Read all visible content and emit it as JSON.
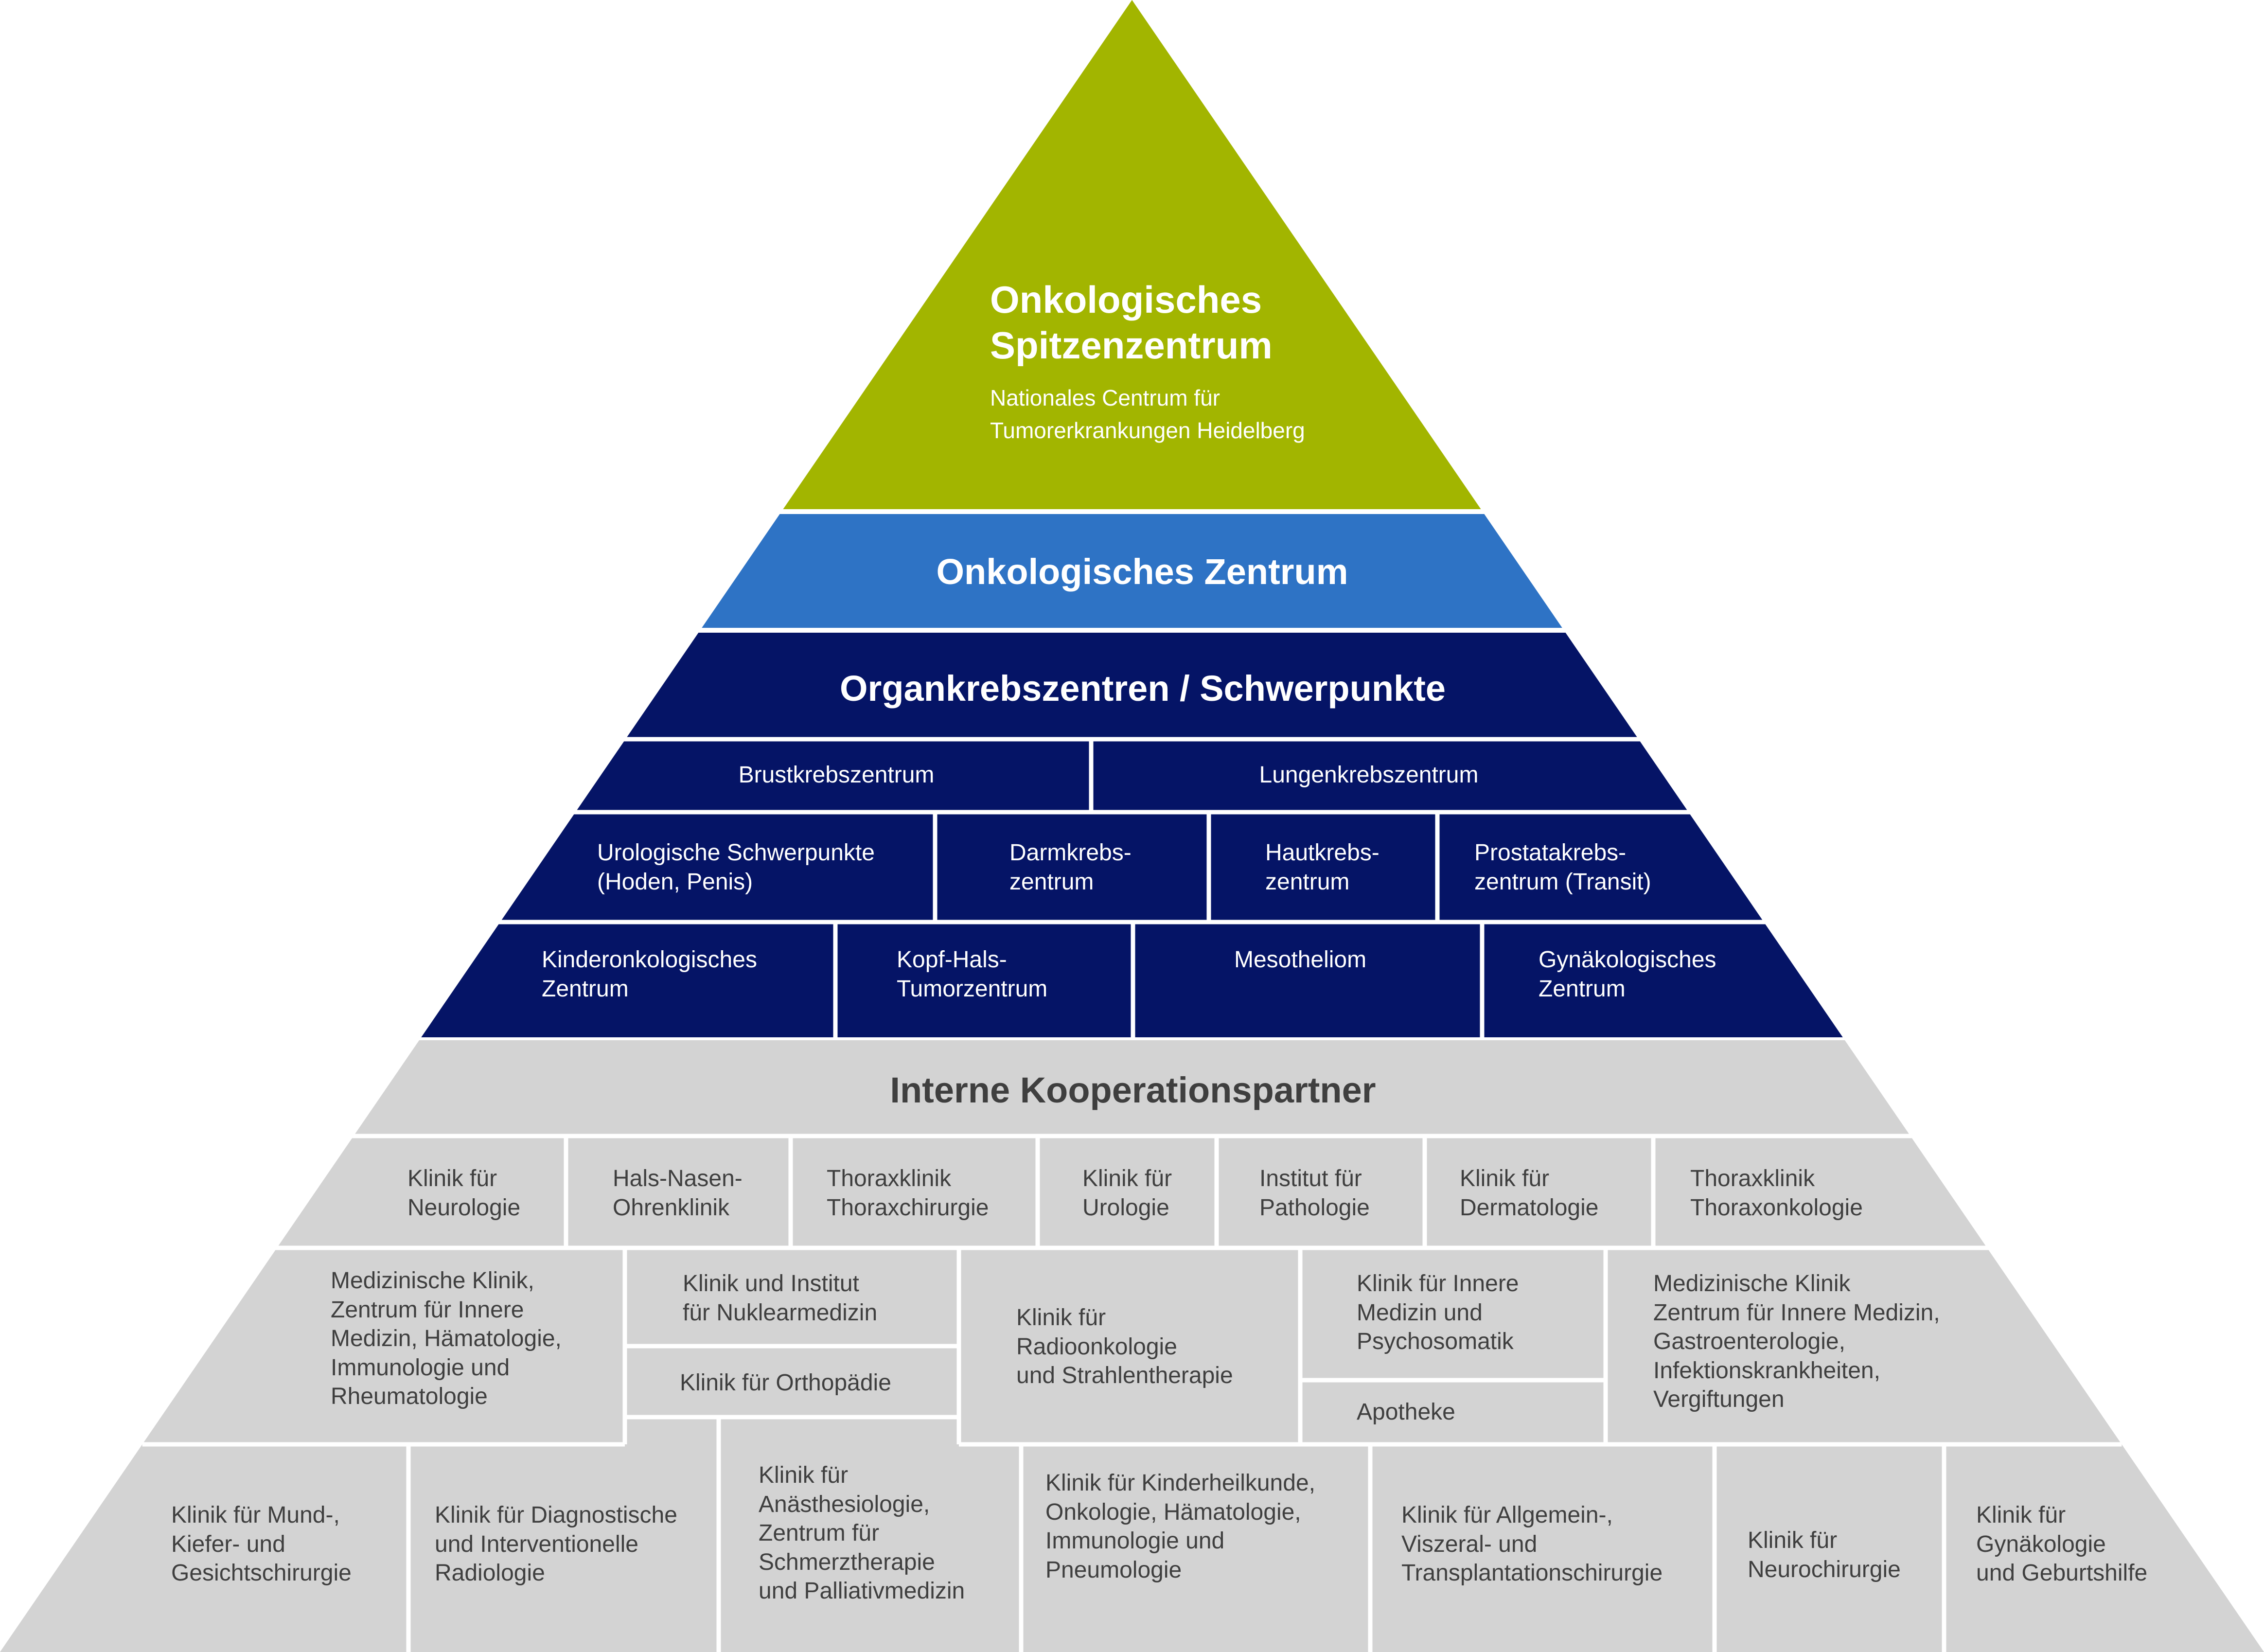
{
  "colors": {
    "top": "#a2b500",
    "onkologisches_zentrum": "#2e73c5",
    "organkrebs": "#051466",
    "interne": "#d3d3d3",
    "border": "#ffffff",
    "grey_text": "#3f3f3f"
  },
  "top": {
    "title": "Onkologisches\nSpitzenzentrum",
    "subtitle": "Nationales Centrum für\nTumorerkrankungen Heidelberg"
  },
  "onkologisches_zentrum": {
    "title": "Onkologisches Zentrum"
  },
  "organkrebs": {
    "title": "Organkrebszentren / Schwerpunkte",
    "row1": [
      "Brustkrebszentrum",
      "Lungenkrebszentrum"
    ],
    "row2": [
      "Urologische Schwerpunkte\n(Hoden, Penis)",
      "Darmkrebs-\nzentrum",
      "Hautkrebs-\nzentrum",
      "Prostatakrebs-\nzentrum (Transit)"
    ],
    "row3": [
      "Kinderonkologisches\nZentrum",
      "Kopf-Hals-\nTumorzentrum",
      "Mesotheliom",
      "Gynäkologisches\nZentrum"
    ]
  },
  "interne": {
    "title": "Interne Kooperationspartner",
    "row1": [
      "Klinik für\nNeurologie",
      "Hals-Nasen-\nOhrenklinik",
      "Thoraxklinik\nThoraxchirurgie",
      "Klinik für\nUrologie",
      "Institut für\nPathologie",
      "Klinik für\nDermatologie",
      "Thoraxklinik\nThoraxonkologie"
    ],
    "row2": [
      "Medizinische Klinik,\nZentrum für Innere\nMedizin, Hämatologie,\nImmunologie und\nRheumatologie",
      "Klinik und Institut\nfür Nuklearmedizin",
      "Klinik für Orthopädie",
      "Klinik für\nRadioonkologie\nund Strahlentherapie",
      "Klinik für Innere\nMedizin und\nPsychosomatik",
      "Apotheke",
      "Medizinische Klinik\nZentrum für Innere Medizin,\nGastroenterologie,\nInfektionskrankheiten,\nVergiftungen"
    ],
    "row3": [
      "Klinik für Mund-,\nKiefer- und\nGesichtschirurgie",
      "Klinik für Diagnostische\nund Interventionelle\nRadiologie",
      "Klinik für\nAnästhesiologie,\nZentrum für\nSchmerztherapie\nund Palliativmedizin",
      "Klinik für Kinderheilkunde,\nOnkologie, Hämatologie,\nImmunologie und\nPneumologie",
      "Klinik für Allgemein-,\nViszeral- und\nTransplantationschirurgie",
      "Klinik für\nNeurochirurgie",
      "Klinik für\nGynäkologie\nund Geburtshilfe"
    ]
  }
}
